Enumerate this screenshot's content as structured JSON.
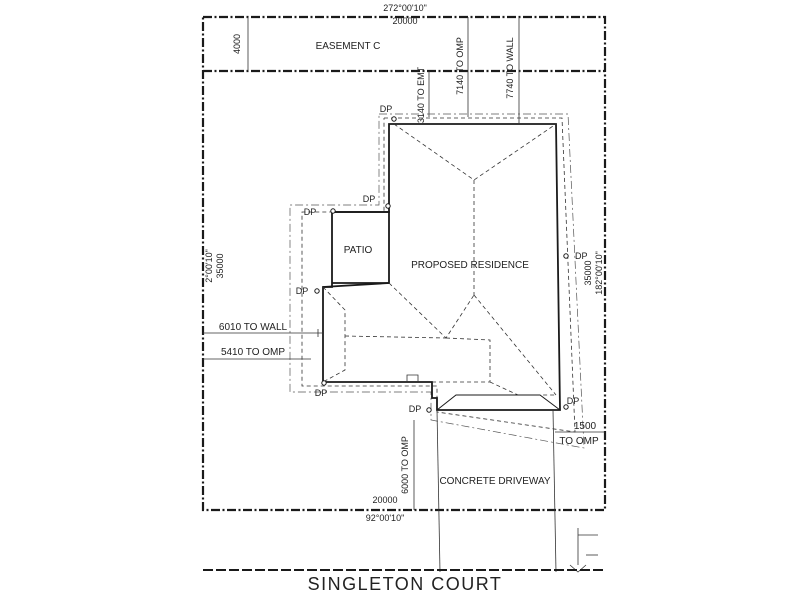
{
  "site": {
    "top_bearing": "272°00'10\"",
    "top_length": "20000",
    "easement_depth": "4000",
    "easement_label": "EASEMENT C",
    "left_bearing": "2°00'10\"",
    "left_length": "35000",
    "right_length": "35000",
    "right_bearing": "182°00'10\"",
    "bottom_length": "20000",
    "bottom_bearing": "92°00'10\""
  },
  "setbacks": {
    "to_emt": "3140 TO EMT",
    "to_omp_top": "7140 TO OMP",
    "to_wall_top": "7740 TO WALL",
    "left_wall": "6010 TO WALL",
    "left_omp": "5410 TO OMP",
    "right_side": "1500",
    "right_omp": "TO OMP",
    "front_omp": "6000 TO OMP"
  },
  "labels": {
    "residence": "PROPOSED RESIDENCE",
    "patio": "PATIO",
    "driveway": "CONCRETE DRIVEWAY",
    "street": "SINGLETON COURT",
    "downpipe": "DP"
  }
}
